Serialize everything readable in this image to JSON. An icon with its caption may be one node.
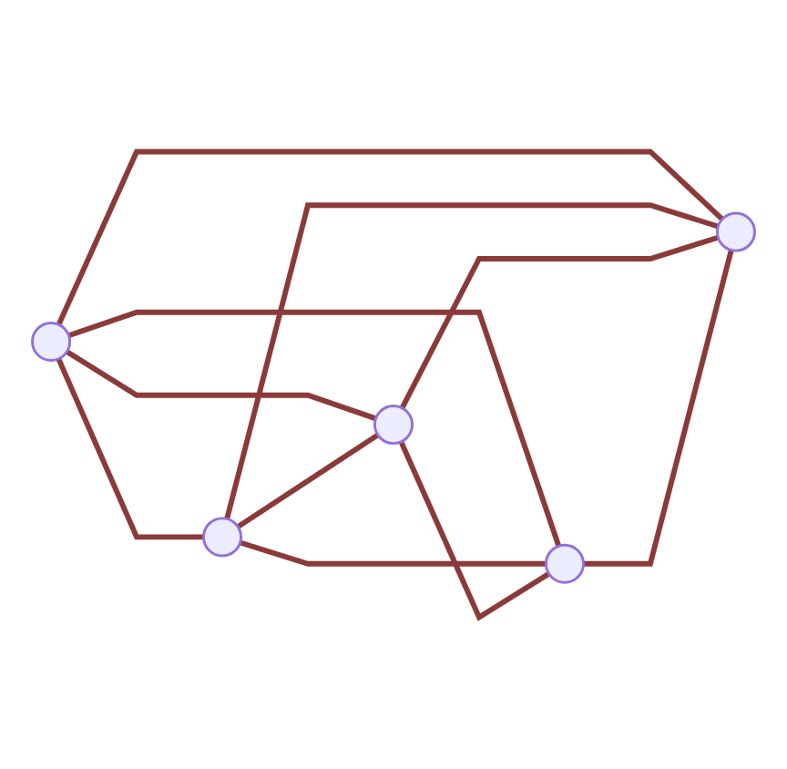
{
  "diagram": {
    "nodes": [
      {
        "text": [],
        "shape": "circle"
      },
      {
        "text": [],
        "shape": "circle"
      },
      {
        "text": [],
        "shape": "circle"
      },
      {
        "text": [],
        "shape": "circle"
      },
      {
        "text": [],
        "shape": "circle"
      }
    ],
    "edges": [
      {
        "from": 0,
        "to": 1,
        "arrow": "none"
      },
      {
        "from": 0,
        "to": 2,
        "arrow": "none"
      },
      {
        "from": 0,
        "to": 3,
        "arrow": "none"
      },
      {
        "from": 0,
        "to": 4,
        "arrow": "none"
      },
      {
        "from": 1,
        "to": 2,
        "arrow": "none"
      },
      {
        "from": 1,
        "to": 3,
        "arrow": "none"
      },
      {
        "from": 1,
        "to": 4,
        "arrow": "none"
      },
      {
        "from": 2,
        "to": 3,
        "arrow": "none"
      },
      {
        "from": 2,
        "to": 4,
        "arrow": "none"
      },
      {
        "from": 3,
        "to": 4,
        "arrow": "none"
      }
    ]
  }
}
